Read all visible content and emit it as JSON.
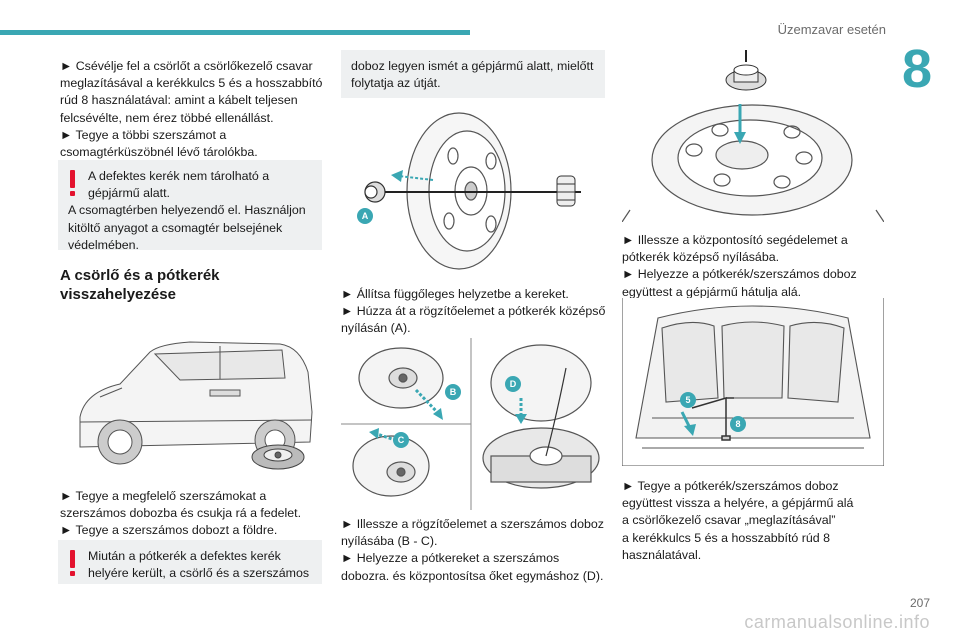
{
  "header": {
    "section_title": "Üzemzavar esetén",
    "chapter_number": "8"
  },
  "col1": {
    "p1_lines": [
      "► Csévélje fel a csörlőt a csörlőkezelő csavar",
      "meglazításával a kerékkulcs 5 és a hosszabbító",
      "rúd 8 használatával: amint a kábelt teljesen",
      "felcsévélte, nem érez többé ellenállást.",
      "► Tegye a többi szerszámot a",
      "csomagtérküszöbnél lévő tárolókba."
    ],
    "warn1_lines": [
      "A defektes kerék nem tárolható a",
      "gépjármű alatt.",
      "A csomagtérben helyezendő el. Használjon",
      "kitöltő anyagot a csomagtér belsejének",
      "védelmében."
    ],
    "subhead_lines": [
      "A csörlő és a pótkerék",
      "visszahelyezése"
    ],
    "p2_lines": [
      "► Tegye a megfelelő szerszámokat a",
      "szerszámos dobozba és csukja rá a fedelet.",
      "► Tegye a szerszámos dobozt a földre."
    ],
    "warn2_lines": [
      "Miután a pótkerék a defektes kerék",
      "helyére került, a csörlő és a szerszámos"
    ]
  },
  "col2": {
    "box_lines": [
      "doboz legyen ismét a gépjármű alatt, mielőtt",
      "folytatja az útját."
    ],
    "fig_a_label": "A",
    "p1_lines": [
      "► Állítsa függőleges helyzetbe a kereket.",
      "► Húzza át a rögzítőelemet a pótkerék középső",
      "nyílásán (A)."
    ],
    "fig_b_label": "B",
    "fig_c_label": "C",
    "fig_d_label": "D",
    "p2_lines": [
      "► Illessze a rögzítőelemet a szerszámos doboz",
      "nyílásába (B - C).",
      "► Helyezze a pótkereket a szerszámos",
      "dobozra. és központosítsa őket egymáshoz (D)."
    ]
  },
  "col3": {
    "p1_lines": [
      "► Illessze a központosító segédelemet a",
      "pótkerék középső nyílásába.",
      "► Helyezze a pótkerék/szerszámos doboz",
      "együttest a gépjármű hátulja alá."
    ],
    "fig_5_label": "5",
    "fig_8_label": "8",
    "p2_lines": [
      "► Tegye a pótkerék/szerszámos doboz",
      "együttest vissza a helyére, a gépjármű alá",
      "a csörlőkezelő csavar „meglazításával”",
      "a kerékkulcs 5 és a hosszabbító rúd 8",
      "használatával."
    ]
  },
  "footer": {
    "page_number": "207",
    "watermark": "carmanualsonline.info"
  },
  "colors": {
    "accent": "#3aa7b3",
    "warning": "#e3122e",
    "box_bg": "#eef0f1"
  }
}
